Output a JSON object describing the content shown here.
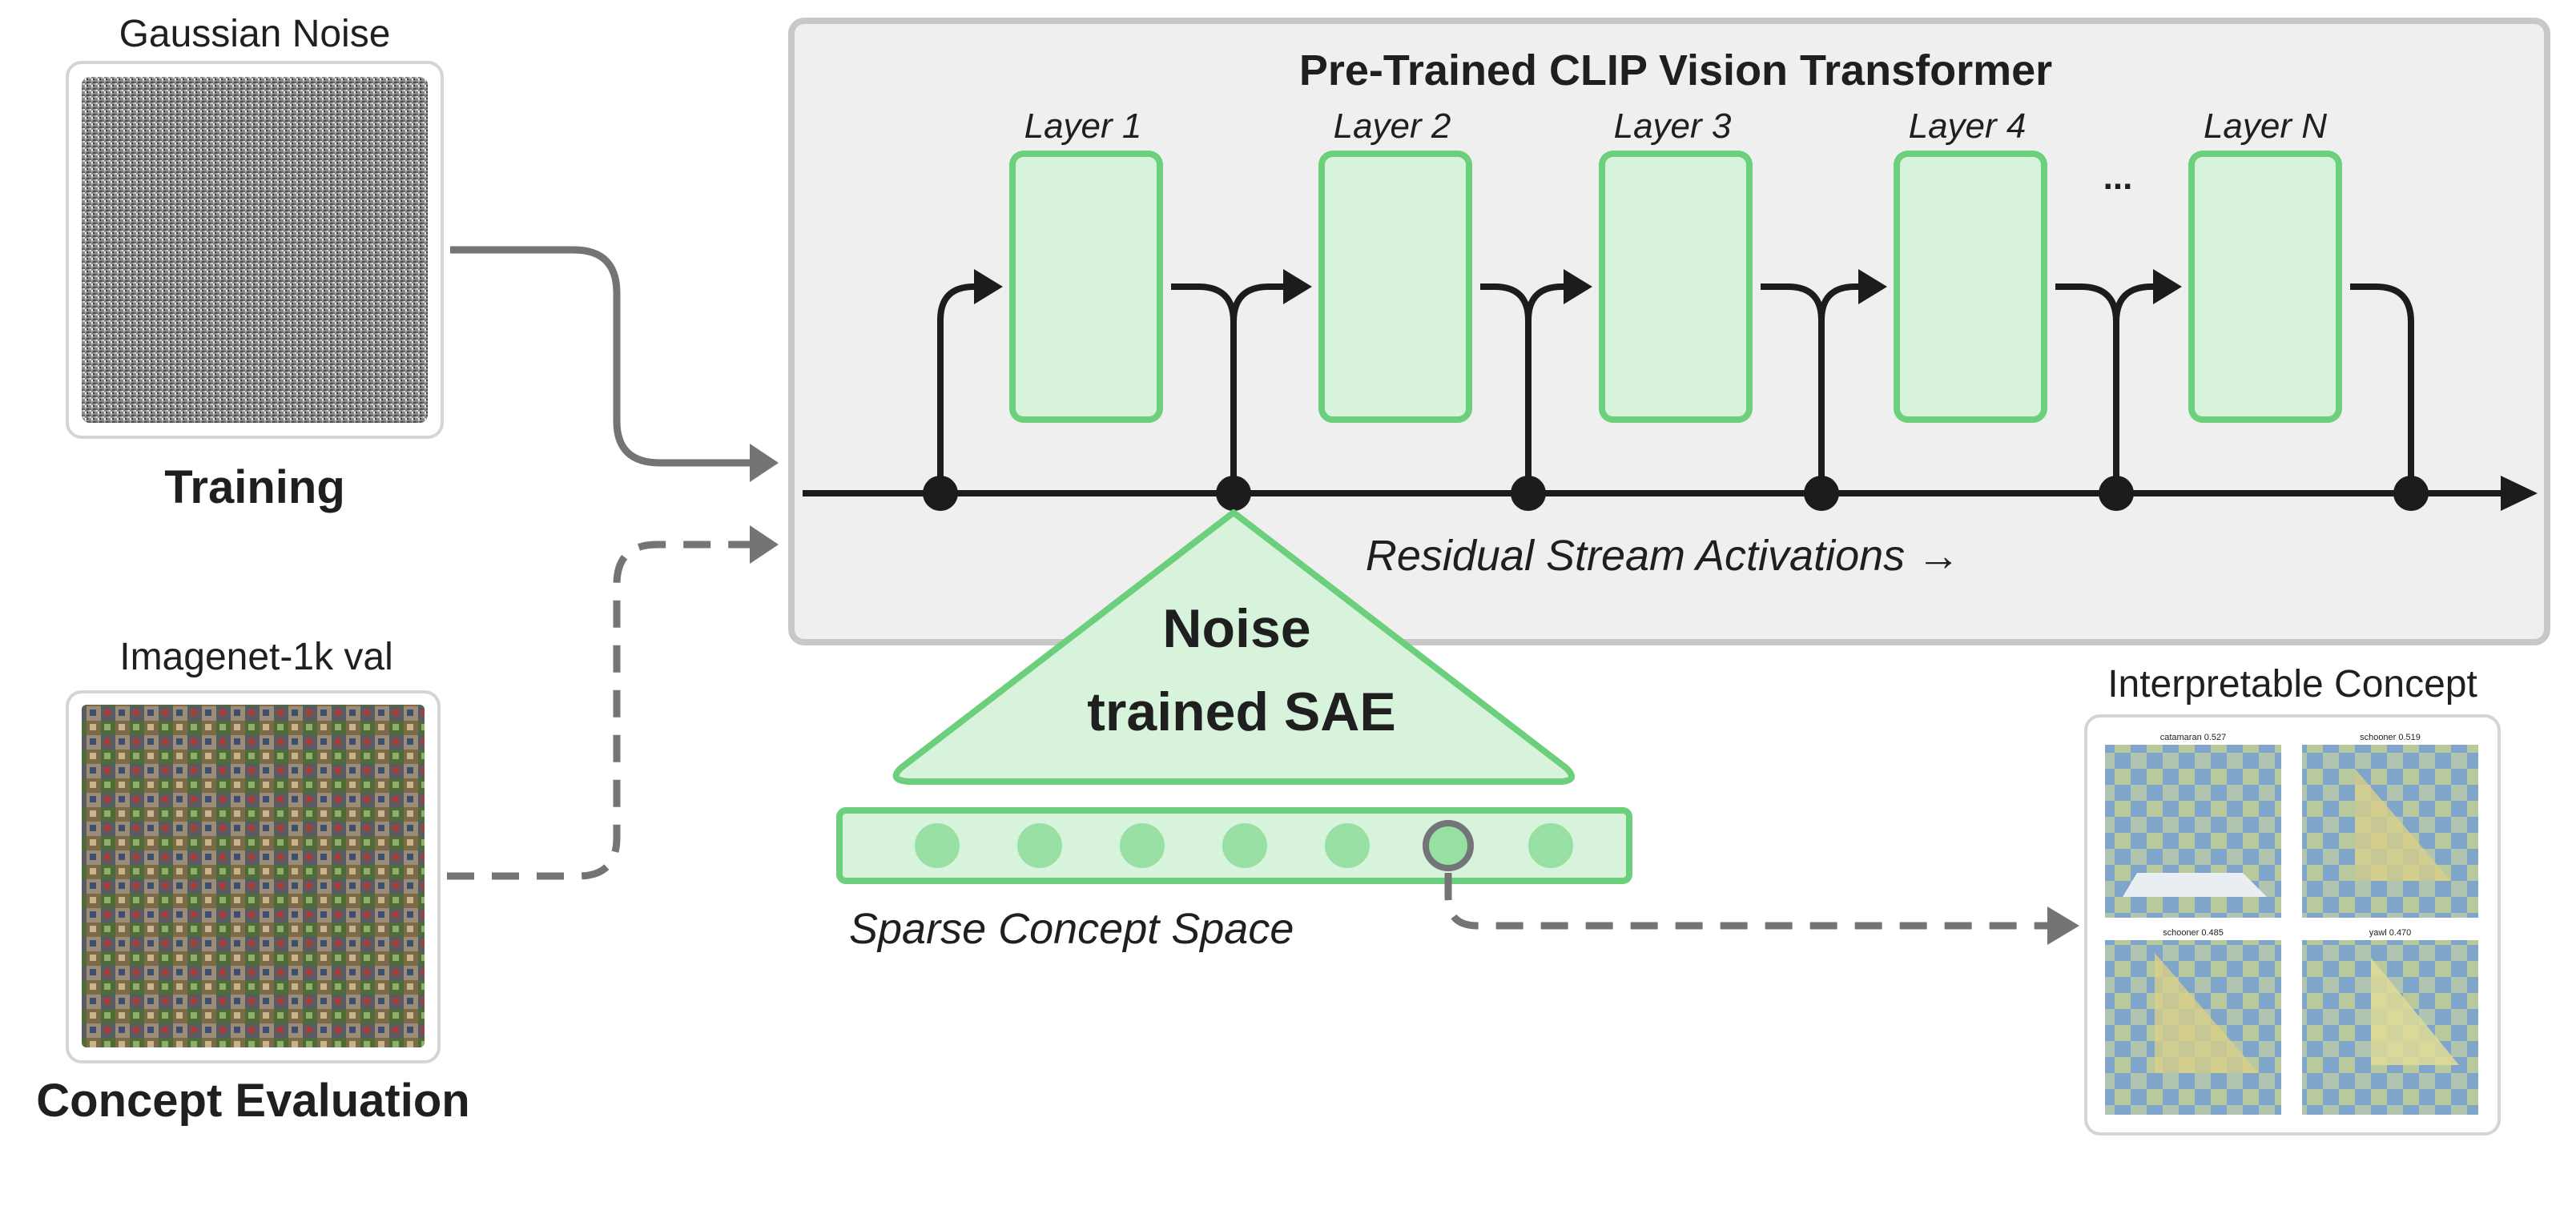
{
  "inputs": {
    "noise": {
      "title": "Gaussian Noise",
      "caption": "Training"
    },
    "imagenet": {
      "title": "Imagenet-1k val",
      "caption": "Concept Evaluation"
    }
  },
  "transformer": {
    "title": "Pre-Trained CLIP Vision Transformer",
    "layers": [
      {
        "label": "Layer 1"
      },
      {
        "label": "Layer 2"
      },
      {
        "label": "Layer 3"
      },
      {
        "label": "Layer 4"
      },
      {
        "label": "Layer N"
      }
    ],
    "ellipsis": "...",
    "stream_label": "Residual Stream Activations →"
  },
  "sae": {
    "label_line1": "Noise",
    "label_line2": "trained SAE",
    "space_label": "Sparse Concept Space"
  },
  "concept": {
    "title": "Interpretable Concept",
    "panels": [
      {
        "caption": "catamaran 0.527"
      },
      {
        "caption": "schooner 0.519"
      },
      {
        "caption": "schooner 0.485"
      },
      {
        "caption": "yawl 0.470"
      }
    ]
  },
  "colors": {
    "green_fill": "#d8f3dc",
    "green_stroke": "#6ccf7b",
    "panel_bg": "#efefef",
    "panel_stroke": "#c8c8c8",
    "arrow_gray": "#747474",
    "stream": "#1c1c1c"
  }
}
